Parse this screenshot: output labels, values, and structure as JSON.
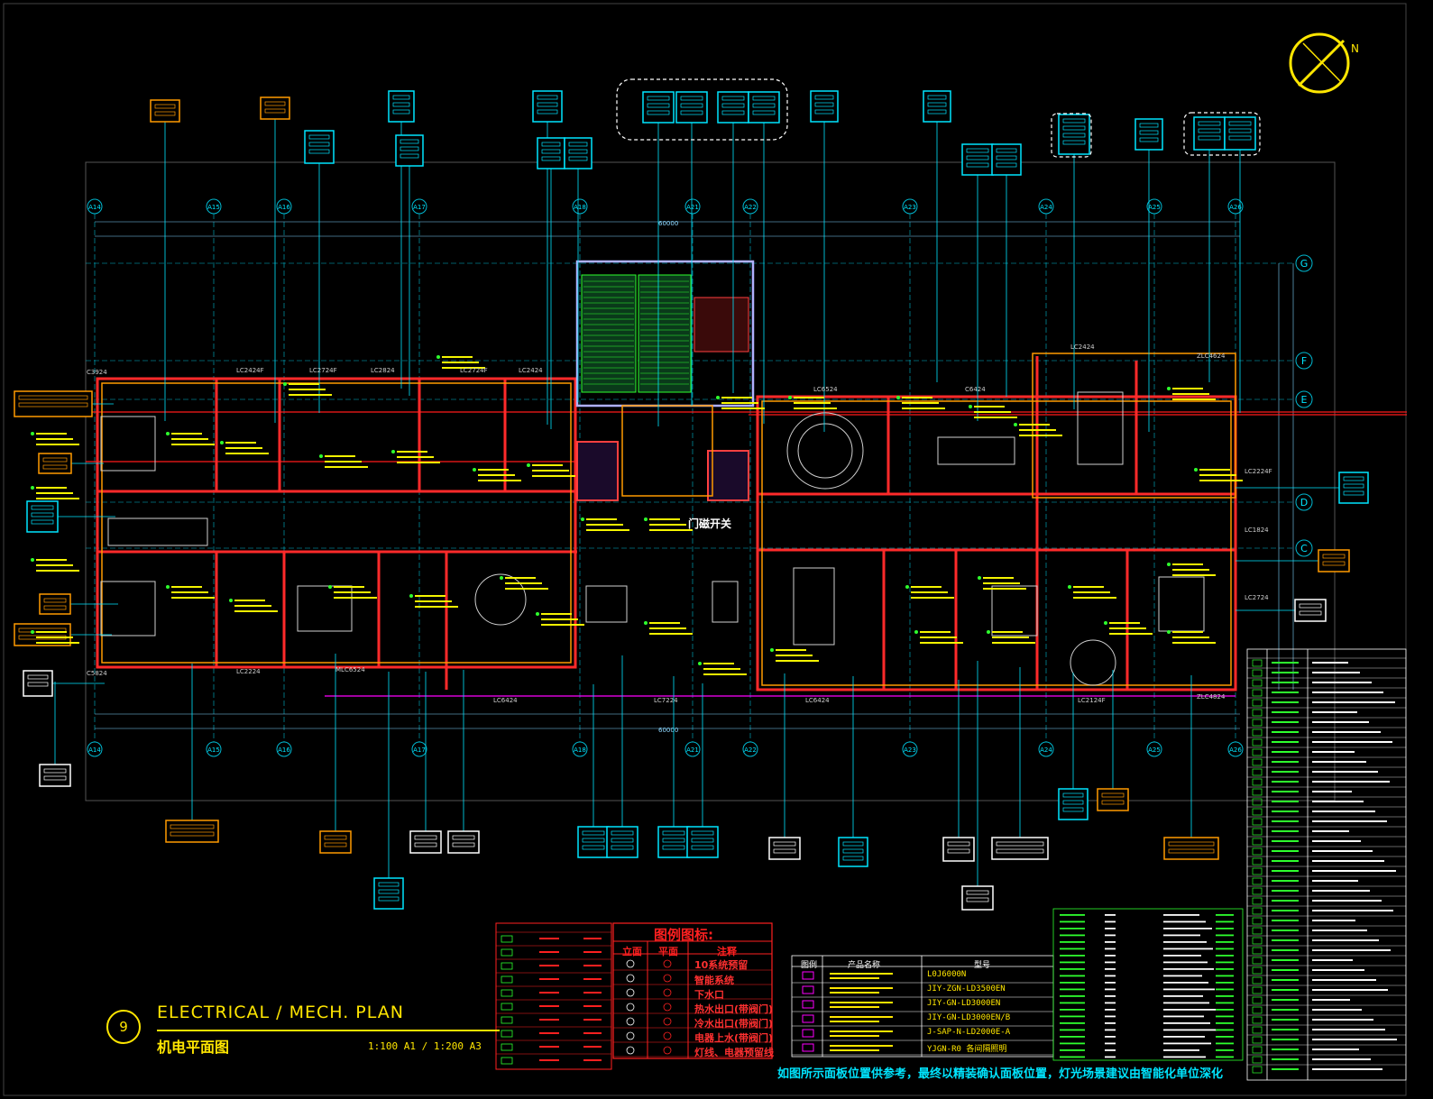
{
  "title": {
    "number": "9",
    "english": "ELECTRICAL / MECH. PLAN",
    "chinese": "机电平面图",
    "scale": "1:100 A1 / 1:200 A3"
  },
  "bottom_note": "如图所示面板位置供参考，最终以精装确认面板位置，灯光场景建议由智能化单位深化",
  "door_switch_label": "门磁开关",
  "grid_axes": {
    "vertical": [
      "A14",
      "A15",
      "A16",
      "A17",
      "A18",
      "A21",
      "A22",
      "A23",
      "A24",
      "A25",
      "A26"
    ],
    "horizontal": [
      "G",
      "F",
      "E",
      "D",
      "C"
    ]
  },
  "overall_dimension": "60000",
  "window_labels": [
    "C3924",
    "LC2424F",
    "LC2724F",
    "LC2824",
    "LC2724F",
    "LC2424",
    "LC6524",
    "C6424",
    "LC2424",
    "ZLC4624",
    "LC2224F",
    "LC1824",
    "LC2724",
    "C5824",
    "LC2224",
    "MLC6524",
    "LC6424",
    "LC7224",
    "LC6424",
    "LC2124F",
    "ZLC4824"
  ],
  "legend": {
    "title": "图例图标:",
    "headers": [
      "立面",
      "平面",
      "注释"
    ],
    "rows": [
      "10系统预留",
      "智能系统",
      "下水口",
      "热水出口(带阀门)",
      "冷水出口(带阀门)",
      "电器上水(带阀门)",
      "灯线、电器预留线"
    ]
  },
  "product_table": {
    "headers": [
      "图例",
      "产品名称",
      "型号"
    ],
    "codes": [
      "L0J6000N",
      "JIY-ZGN-LD3500EN",
      "JIY-GN-LD3000EN",
      "JIY-GN-LD3000EN/B",
      "J-SAP-N-LD2000E-A",
      "YJGN-R0 各间隔照明"
    ]
  },
  "colors": {
    "background": "#000000",
    "wall": "#ff2a2a",
    "panel": "#00e5ff",
    "grid": "#00e5ff",
    "furniture": "#cfcfcf",
    "annotation": "#f5f500",
    "stair": "#2eff2e",
    "title": "#ffe600"
  },
  "icons": {
    "north_arrow": "north-arrow-icon",
    "panels": "switch-panel-icon"
  }
}
